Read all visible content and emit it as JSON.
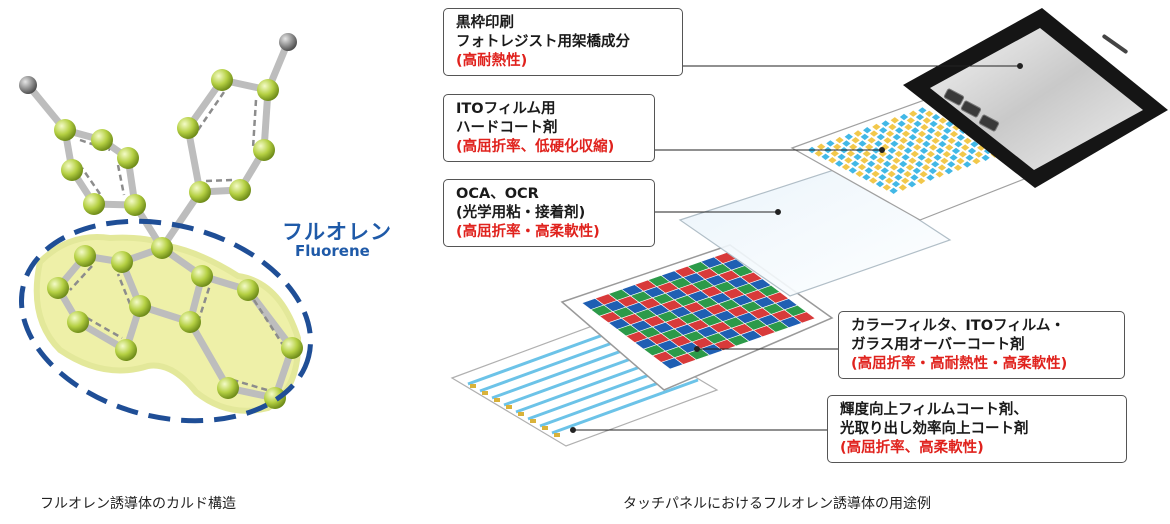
{
  "molecule": {
    "name_jp": "フルオレン",
    "name_en": "Fluorene",
    "caption": "フルオレン誘導体のカルド構造"
  },
  "panel": {
    "caption": "タッチパネルにおけるフルオレン誘導体の用途例"
  },
  "callouts": [
    {
      "line1": "黒枠印刷",
      "line2": "フォトレジスト用架橋成分",
      "line3": "(高耐熱性)"
    },
    {
      "line1": "ITOフィルム用",
      "line2": "ハードコート剤",
      "line3": "(高屈折率、低硬化収縮)"
    },
    {
      "line1": "OCA、OCR",
      "line2": "(光学用粘・接着剤)",
      "line3": "(高屈折率・高柔軟性)"
    },
    {
      "line1": "カラーフィルタ、ITOフィルム・",
      "line2": "ガラス用オーバーコート剤",
      "line3": "(高屈折率・高耐熱性・高柔軟性)"
    },
    {
      "line1": "輝度向上フィルムコート剤、",
      "line2": "光取り出し効率向上コート剤",
      "line3": "(高屈折率、高柔軟性)"
    }
  ],
  "colors": {
    "atom_green": "#b5d043",
    "atom_gray": "#8a8a8a",
    "highlight": "#eef0a8",
    "dash_ellipse": "#1f4e96",
    "accent_red": "#e0221d",
    "ito_blue": "#42b8e6"
  }
}
